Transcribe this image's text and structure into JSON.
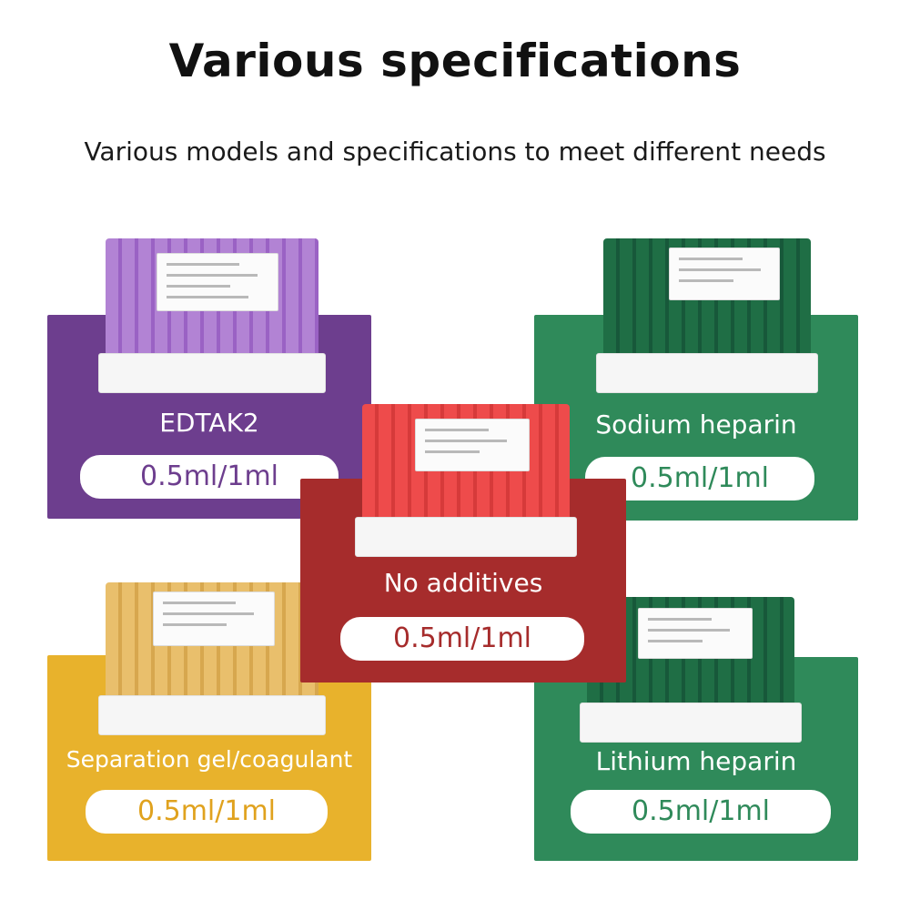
{
  "heading": "Various specifications",
  "subheading": "Various models and specifications to meet different needs",
  "products": {
    "edta": {
      "name": "EDTAK2",
      "spec": "0.5ml/1ml",
      "panel_color": "#6d3e8e",
      "cap_color": "#b283d4",
      "text_color": "#6d3e8e"
    },
    "sodium": {
      "name": "Sodium heparin",
      "spec": "0.5ml/1ml",
      "panel_color": "#2f8a5a",
      "cap_color": "#1f6e45",
      "text_color": "#2f8a5a"
    },
    "none": {
      "name": "No additives",
      "spec": "0.5ml/1ml",
      "panel_color": "#a62c2c",
      "cap_color": "#ee4b4b",
      "text_color": "#a62c2c"
    },
    "gel": {
      "name": "Separation gel/coagulant",
      "spec": "0.5ml/1ml",
      "panel_color": "#e8b22c",
      "cap_color": "#e9bf6c",
      "text_color": "#e0a21e"
    },
    "lithium": {
      "name": "Lithium heparin",
      "spec": "0.5ml/1ml",
      "panel_color": "#2f8a5a",
      "cap_color": "#1f6e45",
      "text_color": "#2f8a5a"
    }
  }
}
